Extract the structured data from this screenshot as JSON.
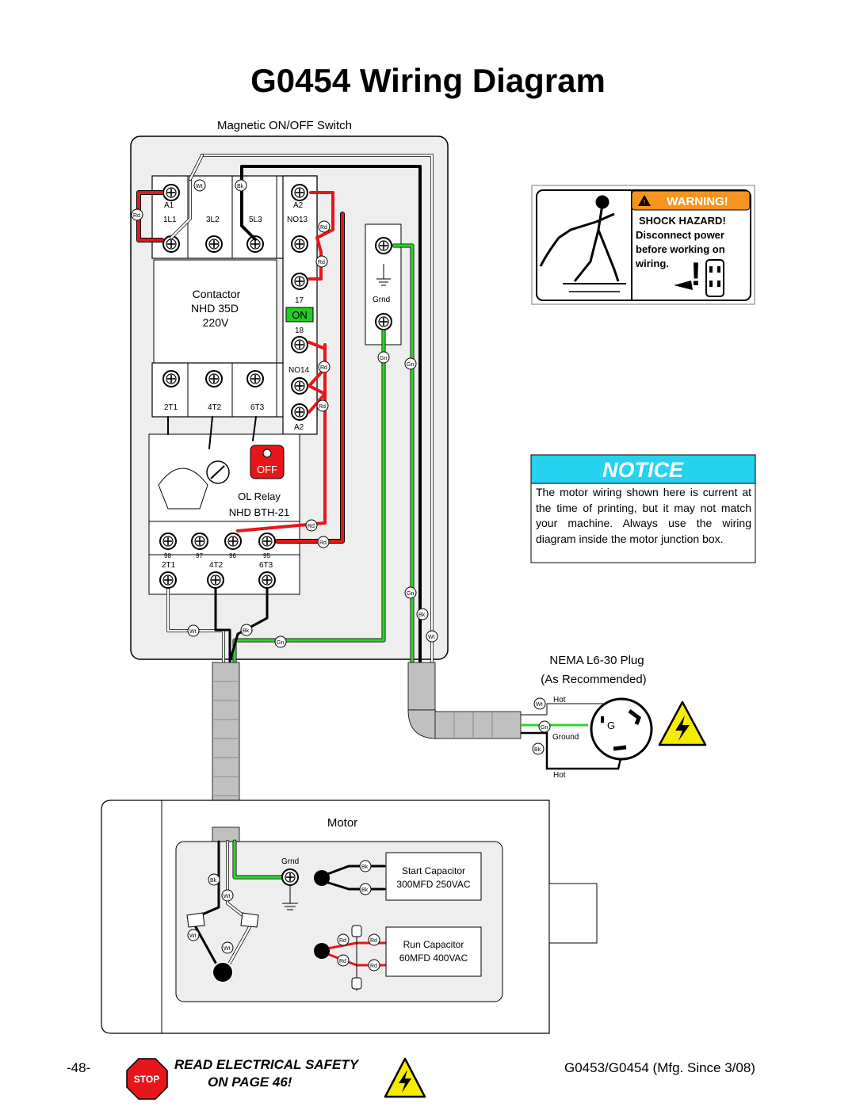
{
  "title": "G0454 Wiring Diagram",
  "switch_box": {
    "label": "Magnetic ON/OFF Switch",
    "contactor": {
      "line1": "Contactor",
      "line2": "NHD 35D",
      "line3": "220V"
    },
    "top_terminals": {
      "a1": "A1",
      "a2": "A2",
      "l1": "1L1",
      "l2": "3L2",
      "l3": "5L3",
      "no13": "NO13"
    },
    "bottom_terminals": {
      "t1": "2T1",
      "t2": "4T2",
      "t3": "6T3"
    },
    "side_labels": {
      "n17": "17",
      "on": "ON",
      "n18": "18",
      "no14": "NO14",
      "a2b": "A2"
    },
    "grnd": "Grnd",
    "off_button": "OFF",
    "ol_relay": {
      "line1": "OL Relay",
      "line2": "NHD BTH-21"
    },
    "ol_terms": {
      "n98": "98",
      "n97": "97",
      "n96": "96",
      "n95": "95"
    },
    "ol_bottom": {
      "t1": "2T1",
      "t2": "4T2",
      "t3": "6T3"
    }
  },
  "wire_tags": {
    "wt": "Wt",
    "bk": "Bk",
    "rd": "Rd",
    "gn": "Gn"
  },
  "warning": {
    "header": "WARNING!",
    "line1": "SHOCK HAZARD!",
    "line2": "Disconnect power",
    "line3": "before working on",
    "line4": "wiring."
  },
  "notice": {
    "title": "NOTICE",
    "text": "The motor wiring shown here is current at the time of printing, but it may not match your machine. Always use the wiring diagram inside the motor junction box."
  },
  "plug": {
    "label1": "NEMA L6-30 Plug",
    "label2": "(As Recommended)",
    "hot1": "Hot",
    "ground": "Ground",
    "g": "G",
    "hot2": "Hot"
  },
  "motor": {
    "label": "Motor",
    "grnd": "Grnd",
    "start_cap1": "Start Capacitor",
    "start_cap2": "300MFD 250VAC",
    "run_cap1": "Run Capacitor",
    "run_cap2": "60MFD 400VAC"
  },
  "footer": {
    "page": "-48-",
    "read": "READ ELECTRICAL SAFETY",
    "on_page": "ON PAGE 46!",
    "stop": "STOP",
    "model": "G0453/G0454 (Mfg. Since 3/08)"
  }
}
